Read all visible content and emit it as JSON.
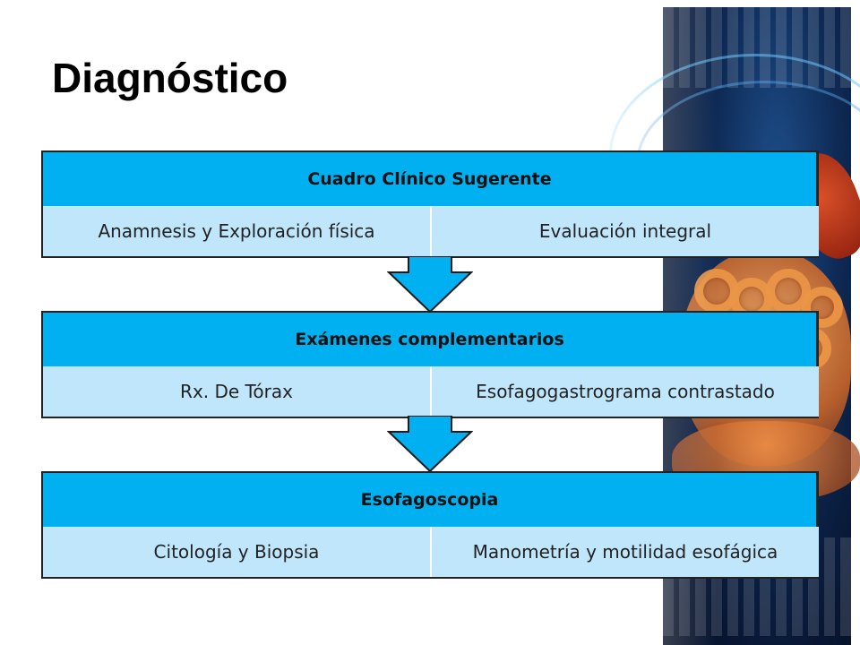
{
  "slide": {
    "title": "Diagnóstico"
  },
  "flow": [
    {
      "header": "Cuadro Clínico Sugerente",
      "items": [
        "Anamnesis y Exploración física",
        "Evaluación integral"
      ]
    },
    {
      "header": "Exámenes complementarios",
      "items": [
        "Rx. De Tórax",
        "Esofagogastrograma contrastado"
      ]
    },
    {
      "header": "Esofagoscopia",
      "items": [
        "Citología y Biopsia",
        "Manometría y motilidad esofágica"
      ]
    }
  ],
  "colors": {
    "header_fill": "#00b0f0",
    "cell_fill": "#bfe6fb",
    "arrow_fill": "#00b0f0"
  },
  "icons": {
    "connector": "down-arrow-icon",
    "background": "anatomy-illustration"
  }
}
